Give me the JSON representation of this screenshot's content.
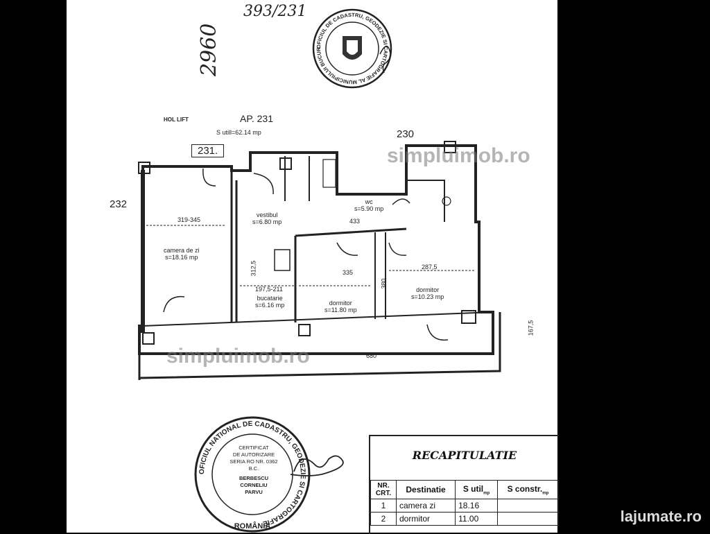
{
  "header": {
    "number_top": "393/231",
    "number_vertical": "2960"
  },
  "plan": {
    "hol_lift": "HOL LIFT",
    "ap_title": "AP. 231",
    "ap_area": "S utill=62.14 mp",
    "unit_label": "231.",
    "neighbor_left": "232",
    "neighbor_right": "230",
    "rooms": {
      "vestibul": [
        "vestibul",
        "s=6.80 mp"
      ],
      "camera": [
        "camera de zi",
        "s=18.16 mp"
      ],
      "bucatarie": [
        "bucatarie",
        "s=6.16 mp"
      ],
      "dormitor1": [
        "dormitor",
        "s=11.80 mp"
      ],
      "dormitor2": [
        "dormitor",
        "s=10.23 mp"
      ],
      "wc": [
        "wc",
        "s=5.90 mp"
      ]
    },
    "dims": {
      "d1": "319-345",
      "d2": "197,5-211",
      "d3": "335",
      "d4": "287,5",
      "d5": "433",
      "d6": "380",
      "d7": "312,5",
      "d8": "680",
      "d9": "167,5"
    }
  },
  "watermark": "simpluimob.ro",
  "site_watermark": "lajumate.ro",
  "stamp_top": {
    "ring": "OFICIUL DE CADASTRU, GEODEZIE SI CARTOGRAFIE AL MUNICIPIULUI BUCURESTI"
  },
  "stamp_bottom": {
    "ring": "OFICIUL NATIONAL DE CADASTRU, GEODEZIE SI CARTOGRAFIE",
    "bottom": "ROMÂNIA",
    "inner": [
      "CERTIFICAT",
      "DE AUTORIZARE",
      "SERIA RO NR. 0362",
      "B.C.",
      "BERBESCU",
      "CORNELIU",
      "PARVU"
    ]
  },
  "recap": {
    "title": "RECAPITULATIE",
    "headers": [
      "NR. CRT.",
      "Destinatie",
      "S util",
      "S constr."
    ],
    "header_units": [
      "",
      "",
      "mp",
      "mp"
    ],
    "rows": [
      [
        "1",
        "camera zi",
        "18.16",
        ""
      ],
      [
        "2",
        "dormitor",
        "11.00",
        ""
      ]
    ]
  }
}
